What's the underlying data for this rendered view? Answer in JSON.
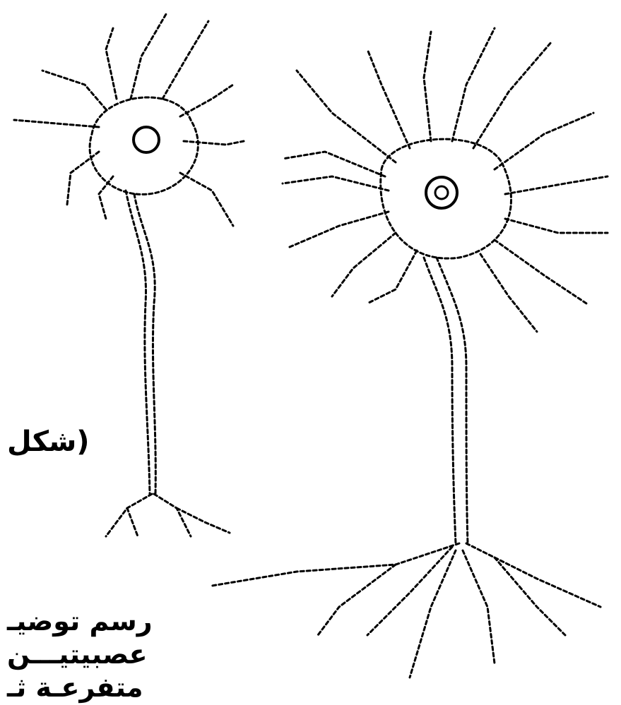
{
  "figure": {
    "label": "(شكل",
    "caption_lines": [
      "رسم توضيـ",
      "عصبيتيـــن",
      "متفرعـة ثـ"
    ]
  },
  "colors": {
    "ink": "#000000",
    "background": "#ffffff"
  }
}
